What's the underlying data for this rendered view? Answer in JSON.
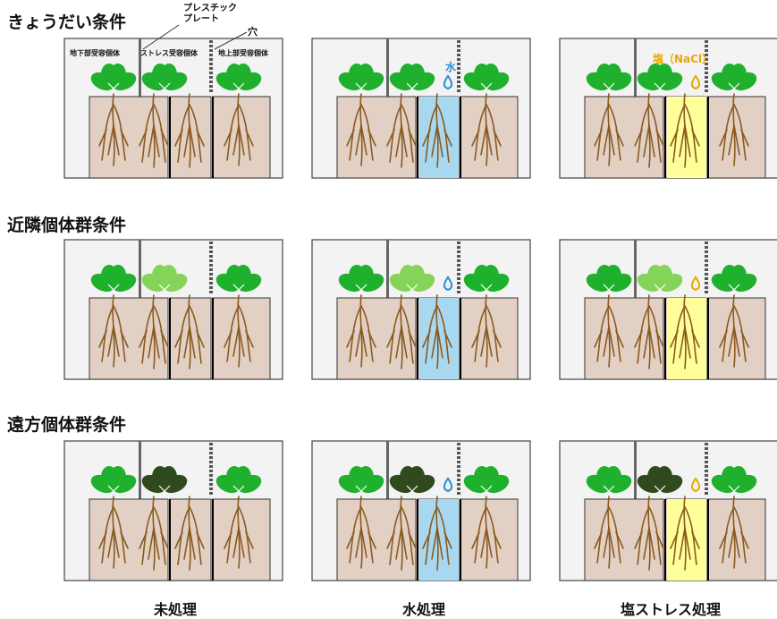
{
  "rows": [
    {
      "title": "きょうだい条件"
    },
    {
      "title": "近隣個体群条件"
    },
    {
      "title": "遠方個体群条件"
    }
  ],
  "columns": [
    {
      "label": "未処理"
    },
    {
      "label": "水処理"
    },
    {
      "label": "塩ストレス処理"
    }
  ],
  "annotations": {
    "plastic_plate": "プレスチック\nプレート",
    "hole": "穴",
    "water": "水",
    "salt": "塩（NaCl）"
  },
  "pot_labels": {
    "left": "地下部受容個体",
    "center": "ストレス受容個体",
    "right": "地上部受容個体"
  },
  "colors": {
    "soil": "#e2d0c4",
    "root": "#8b5a1f",
    "leaf_sibling": "#1fb02e",
    "leaf_neighbor": "#86d35a",
    "leaf_distant": "#2f4a1c",
    "water": "#a8d8f0",
    "salt": "#ffff99",
    "water_drop": "#2b8fd6",
    "salt_drop": "#e8a800"
  }
}
